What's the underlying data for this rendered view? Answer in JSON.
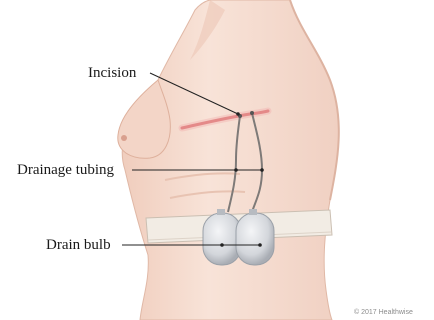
{
  "labels": {
    "incision": "Incision",
    "drainage_tubing": "Drainage tubing",
    "drain_bulb": "Drain bulb"
  },
  "copyright": "© 2017 Healthwise",
  "colors": {
    "skin": "#f6ddd1",
    "skin_shadow": "#e9c2b1",
    "incision": "#d9686a",
    "belt": "#f2ece4",
    "bulb": "#d9dbdf",
    "tubing": "#7e7a78",
    "leader": "#222222"
  }
}
